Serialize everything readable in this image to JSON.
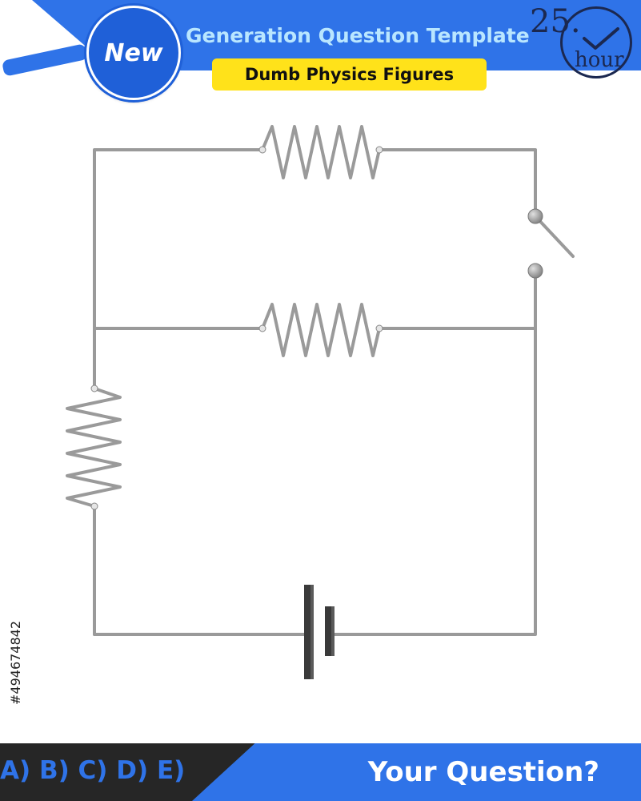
{
  "header": {
    "badge": "New",
    "title": "Generation Question Template",
    "subtitle": "Dumb Physics Figures",
    "timer_value": "25.",
    "timer_unit": "hour"
  },
  "watermark": "#494674842",
  "footer": {
    "options": "A) B) C) D) E)",
    "question": "Your Question?"
  },
  "colors": {
    "accent_blue": "#2f73e8",
    "highlight_yellow": "#ffe21a",
    "wire_gray": "#9a9a9a",
    "battery_dark": "#3a3a3a"
  },
  "circuit": {
    "components": [
      "resistor",
      "resistor",
      "resistor",
      "switch-open",
      "battery"
    ]
  }
}
